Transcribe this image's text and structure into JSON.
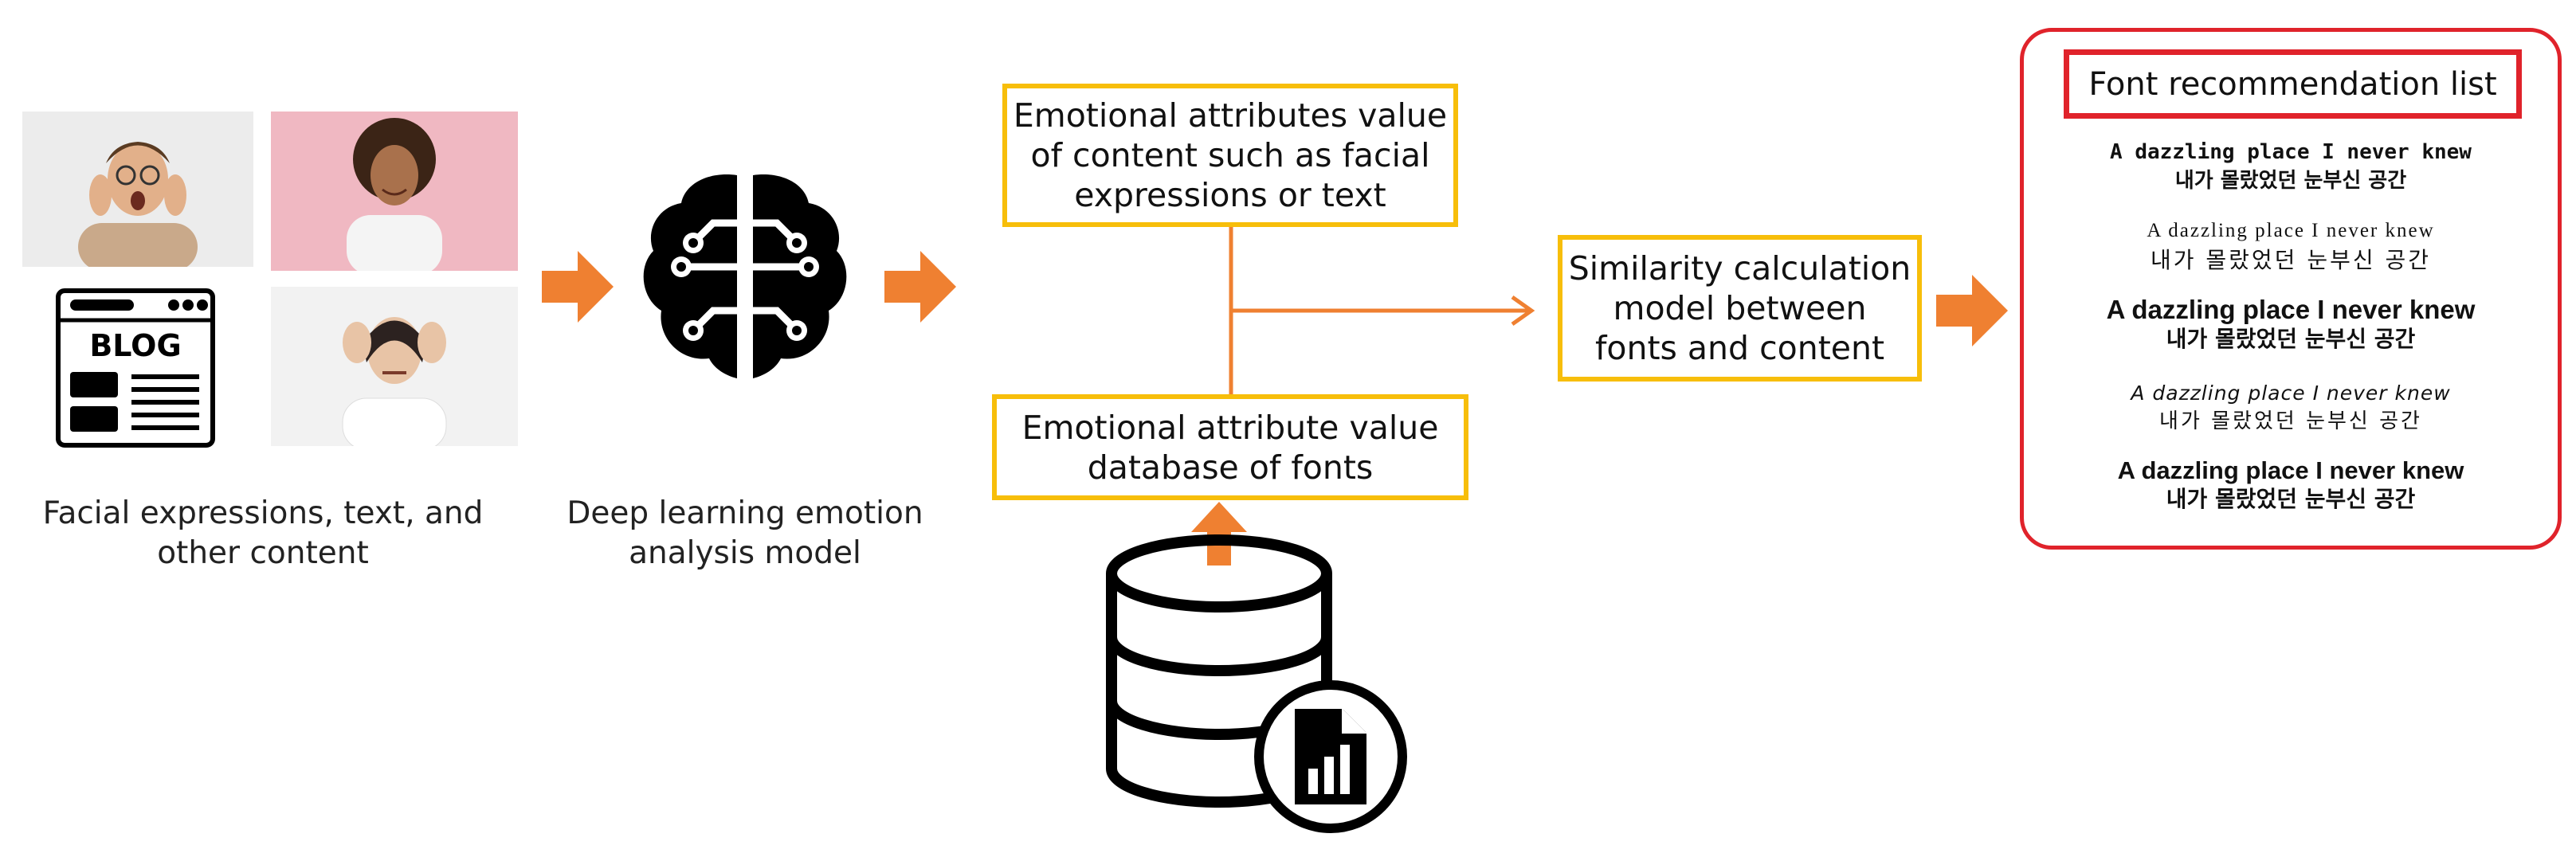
{
  "captions": {
    "content": [
      "Facial expressions, text, and",
      "other content"
    ],
    "model": [
      "Deep learning emotion",
      "analysis model"
    ]
  },
  "blog_label": "BLOG",
  "boxes": {
    "content_attrs": [
      "Emotional attributes value",
      "of content such as facial",
      "expressions or text"
    ],
    "font_db": [
      "Emotional attribute value",
      "database of fonts"
    ],
    "similarity": [
      "Similarity calculation",
      "model between",
      "fonts and content"
    ]
  },
  "recommendation": {
    "title": "Font recommendation list",
    "samples": [
      {
        "en": "A dazzling place I never knew",
        "ko": "내가 몰랐었던 눈부신 공간"
      },
      {
        "en": "A dazzling place I never knew",
        "ko": "내가 몰랐었던 눈부신 공간"
      },
      {
        "en": "A dazzling place I never knew",
        "ko": "내가 몰랐었던 눈부신 공간"
      },
      {
        "en": "A dazzling place I never knew",
        "ko": "내가 몰랐었던 눈부신 공간"
      },
      {
        "en": "A dazzling place I never knew",
        "ko": "내가 몰랐었던 눈부신 공간"
      }
    ]
  },
  "colors": {
    "arrow_orange": "#EF8031",
    "box_yellow": "#F7BE0A",
    "panel_red": "#E0232B"
  }
}
